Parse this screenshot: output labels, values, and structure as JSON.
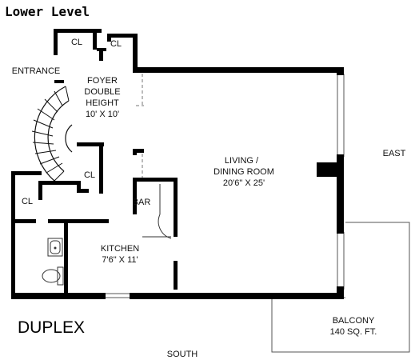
{
  "header": {
    "level_title": "Lower Level"
  },
  "footer": {
    "unit_type": "DUPLEX"
  },
  "compass": {
    "east": "EAST",
    "south": "SOUTH"
  },
  "entrance": "ENTRANCE",
  "rooms": {
    "closet_top_left": "CL",
    "closet_top_right": "CL",
    "closet_center": "CL",
    "closet_left": "CL",
    "bar": "BAR",
    "foyer": {
      "name_line1": "FOYER",
      "name_line2": "DOUBLE",
      "name_line3": "HEIGHT",
      "size": "10' X 10'"
    },
    "living": {
      "name_line1": "LIVING /",
      "name_line2": "DINING ROOM",
      "size": "20'6\" X 25'"
    },
    "kitchen": {
      "name": "KITCHEN",
      "size": "7'6\" X 11'"
    },
    "balcony": {
      "name": "BALCONY",
      "size": "140 SQ. FT."
    }
  },
  "colors": {
    "wall": "#000000",
    "line": "#555555",
    "background": "#ffffff"
  }
}
